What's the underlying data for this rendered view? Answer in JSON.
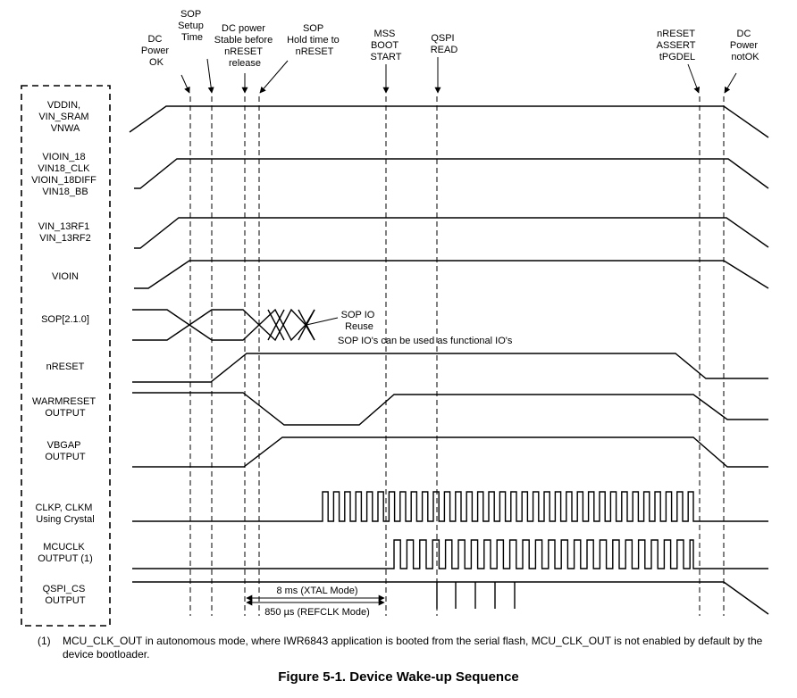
{
  "events": [
    {
      "id": "dc-ok",
      "lines": [
        "DC",
        "Power",
        "OK"
      ]
    },
    {
      "id": "sop-setup",
      "lines": [
        "SOP",
        "Setup",
        "Time"
      ]
    },
    {
      "id": "dc-stable",
      "lines": [
        "DC power",
        "Stable before",
        "nRESET",
        "release"
      ]
    },
    {
      "id": "sop-hold",
      "lines": [
        "SOP",
        "Hold time to",
        "nRESET"
      ]
    },
    {
      "id": "mss-boot",
      "lines": [
        "MSS",
        "BOOT",
        "START"
      ]
    },
    {
      "id": "qspi-read",
      "lines": [
        "QSPI",
        "READ"
      ]
    },
    {
      "id": "nreset-assert",
      "lines": [
        "nRESET",
        "ASSERT",
        "tPGDEL"
      ]
    },
    {
      "id": "dc-notok",
      "lines": [
        "DC",
        "Power",
        "notOK"
      ]
    }
  ],
  "signals": [
    {
      "id": "vddin",
      "lines": [
        "VDDIN,",
        "VIN_SRAM",
        "VNWA"
      ]
    },
    {
      "id": "vioin18",
      "lines": [
        "VIOIN_18",
        "VIN18_CLK",
        "VIOIN_18DIFF",
        "VIN18_BB"
      ]
    },
    {
      "id": "vin13",
      "lines": [
        "VIN_13RF1",
        "VIN_13RF2"
      ]
    },
    {
      "id": "vioin",
      "lines": [
        "VIOIN"
      ]
    },
    {
      "id": "sop",
      "lines": [
        "SOP[2.1.0]"
      ]
    },
    {
      "id": "nreset",
      "lines": [
        "nRESET"
      ]
    },
    {
      "id": "warmreset",
      "lines": [
        "WARMRESET",
        "OUTPUT"
      ]
    },
    {
      "id": "vbgap",
      "lines": [
        "VBGAP",
        "OUTPUT"
      ]
    },
    {
      "id": "clk",
      "lines": [
        "CLKP, CLKM",
        "Using Crystal"
      ]
    },
    {
      "id": "mcuclk",
      "lines": [
        "MCUCLK",
        "OUTPUT (1)"
      ]
    },
    {
      "id": "qspi-cs",
      "lines": [
        "QSPI_CS",
        "OUTPUT"
      ]
    }
  ],
  "annotations": {
    "sop_io": [
      "SOP IO",
      "Reuse"
    ],
    "sop_io_functional": "SOP IO's can be used as functional IO's",
    "xtal_mode": "8 ms (XTAL Mode)",
    "refclk_mode": "850 µs (REFCLK Mode)"
  },
  "footnote": {
    "number": "(1)",
    "text": "MCU_CLK_OUT in autonomous mode, where IWR6843 application is booted from the serial flash, MCU_CLK_OUT is not enabled by default by the device bootloader."
  },
  "caption": "Figure 5-1. Device Wake-up Sequence"
}
